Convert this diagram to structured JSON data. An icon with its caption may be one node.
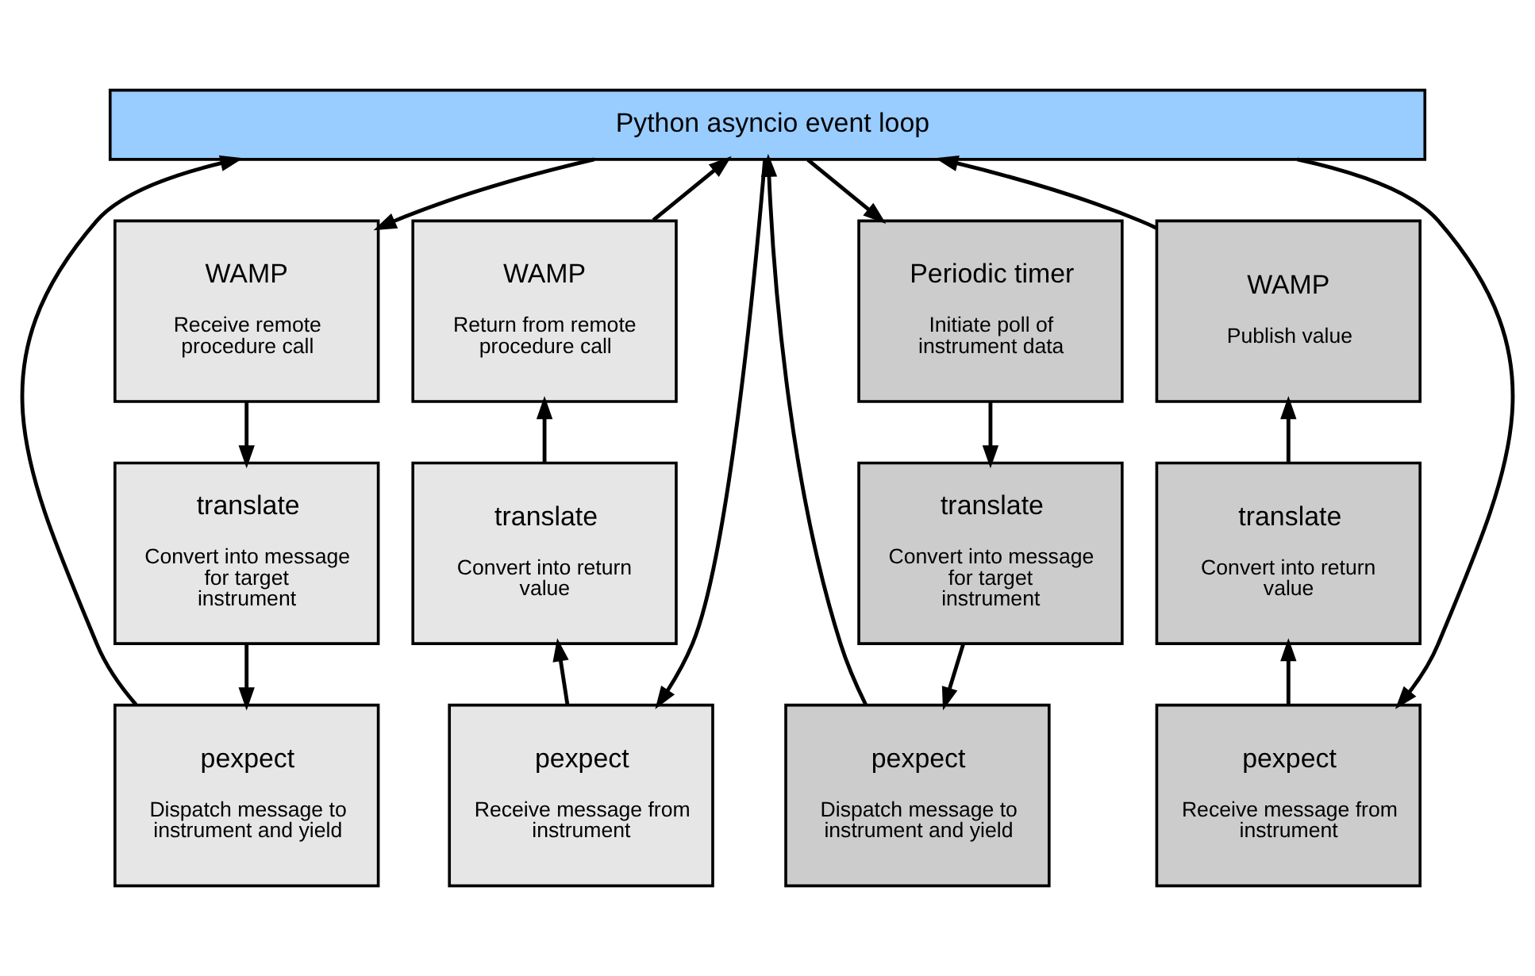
{
  "diagram": {
    "nodes": [
      {
        "text": [
          "Python asyncio event loop"
        ]
      },
      {
        "text": [
          "WAMP",
          "Receive remote procedure call"
        ]
      },
      {
        "text": [
          "WAMP",
          "Return from remote procedure call"
        ]
      },
      {
        "text": [
          "Periodic timer",
          "Initiate poll of instrument data"
        ]
      },
      {
        "text": [
          "WAMP",
          "Publish value"
        ]
      },
      {
        "text": [
          "translate",
          "Convert into message for target instrument"
        ]
      },
      {
        "text": [
          "translate",
          "Convert into return value"
        ]
      },
      {
        "text": [
          "translate",
          "Convert into message for target instrument"
        ]
      },
      {
        "text": [
          "translate",
          "Convert into return value"
        ]
      },
      {
        "text": [
          "pexpect",
          "Dispatch message to instrument and yield"
        ]
      },
      {
        "text": [
          "pexpect",
          "Receive message from instrument"
        ]
      },
      {
        "text": [
          "pexpect",
          "Dispatch message to instrument and yield"
        ]
      },
      {
        "text": [
          "pexpect",
          "Receive message from instrument"
        ]
      }
    ],
    "edges": [
      {
        "from": 0,
        "to": 1,
        "arrow": "to"
      },
      {
        "from": 1,
        "to": 5,
        "arrow": "to"
      },
      {
        "from": 5,
        "to": 9,
        "arrow": "to"
      },
      {
        "from": 9,
        "to": 0,
        "arrow": "to"
      },
      {
        "from": 0,
        "to": 10,
        "arrow": "to"
      },
      {
        "from": 10,
        "to": 6,
        "arrow": "to"
      },
      {
        "from": 6,
        "to": 2,
        "arrow": "to"
      },
      {
        "from": 2,
        "to": 0,
        "arrow": "to"
      },
      {
        "from": 0,
        "to": 3,
        "arrow": "to"
      },
      {
        "from": 3,
        "to": 7,
        "arrow": "to"
      },
      {
        "from": 7,
        "to": 11,
        "arrow": "to"
      },
      {
        "from": 11,
        "to": 0,
        "arrow": "to"
      },
      {
        "from": 0,
        "to": 12,
        "arrow": "to"
      },
      {
        "from": 12,
        "to": 8,
        "arrow": "to"
      },
      {
        "from": 8,
        "to": 4,
        "arrow": "to"
      },
      {
        "from": 4,
        "to": 0,
        "arrow": "to"
      }
    ]
  }
}
